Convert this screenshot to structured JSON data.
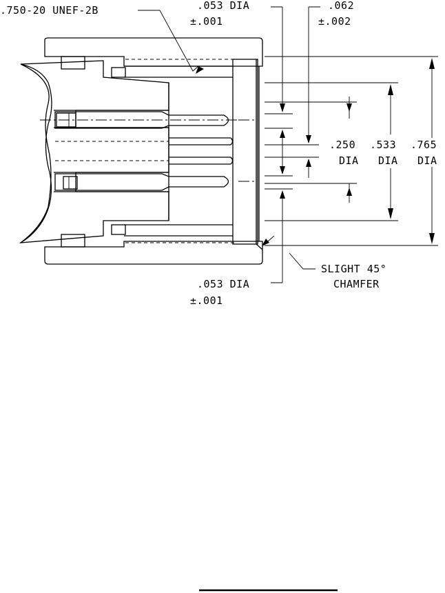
{
  "callouts": {
    "thread": ".750-20 UNEF-2B",
    "pin_dia_top_line1": ".053 DIA",
    "pin_dia_top_line2": "±.001",
    "tol_062_line1": ".062",
    "tol_062_line2": "±.002",
    "dia_250_line1": ".250",
    "dia_250_line2": "DIA",
    "dia_533_line1": ".533",
    "dia_533_line2": "DIA",
    "dia_765_line1": ".765",
    "dia_765_line2": "DIA",
    "chamfer_line1": "SLIGHT 45°",
    "chamfer_line2": "CHAMFER",
    "pin_dia_bottom_line1": ".053 DIA",
    "pin_dia_bottom_line2": "±.001"
  }
}
